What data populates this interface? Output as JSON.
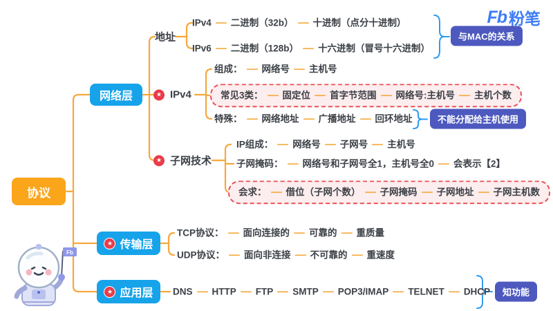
{
  "logo": {
    "fb": "Fb",
    "brand": "粉笔"
  },
  "colors": {
    "branch_line": "#f6a83c",
    "root_node": "#fba51b",
    "layer_node": "#17a3ea",
    "star_badge": "#e83c49",
    "emphasis_border": "#e85059",
    "emphasis_fill": "#fcedee",
    "callout": "#4d59be",
    "brace": "#2e9bf0",
    "text": "#3c4046"
  },
  "root": {
    "label": "协议"
  },
  "nodes": {
    "network_layer": "网络层",
    "transport_layer": "传输层",
    "application_layer": "应用层",
    "address": "地址",
    "ipv4_topic": "IPv4",
    "subnet_topic": "子网技术"
  },
  "chains": {
    "ipv4_addr": [
      "IPv4",
      "二进制（32b）",
      "十进制（点分十进制）"
    ],
    "ipv6_addr": [
      "IPv6",
      "二进制（128b）",
      "十六进制（冒号十六进制）"
    ],
    "composition": [
      "组成：",
      "网络号",
      "主机号"
    ],
    "common3": [
      "常见3类：",
      "固定位",
      "首字节范围",
      "网络号:主机号",
      "主机个数"
    ],
    "special": [
      "特殊：",
      "网络地址",
      "广播地址",
      "回环地址"
    ],
    "ip_comp": [
      "IP组成：",
      "网络号",
      "子网号",
      "主机号"
    ],
    "mask": [
      "子网掩码：",
      "网络号和子网号全1，主机号全0",
      "会表示【2】"
    ],
    "solve": [
      "会求：",
      "借位（子网个数）",
      "子网掩码",
      "子网地址",
      "子网主机数"
    ],
    "tcp": [
      "TCP协议：",
      "面向连接的",
      "可靠的",
      "重质量"
    ],
    "udp": [
      "UDP协议：",
      "面向非连接",
      "不可靠的",
      "重速度"
    ],
    "apps": [
      "DNS",
      "HTTP",
      "FTP",
      "SMTP",
      "POP3/IMAP",
      "TELNET",
      "DHCP"
    ]
  },
  "callouts": {
    "mac_relation": "与MAC的关系",
    "not_assignable": "不能分配给主机使用",
    "know_function": "知功能"
  },
  "icons": {
    "star": "★",
    "mascot_flag": "Fb"
  }
}
